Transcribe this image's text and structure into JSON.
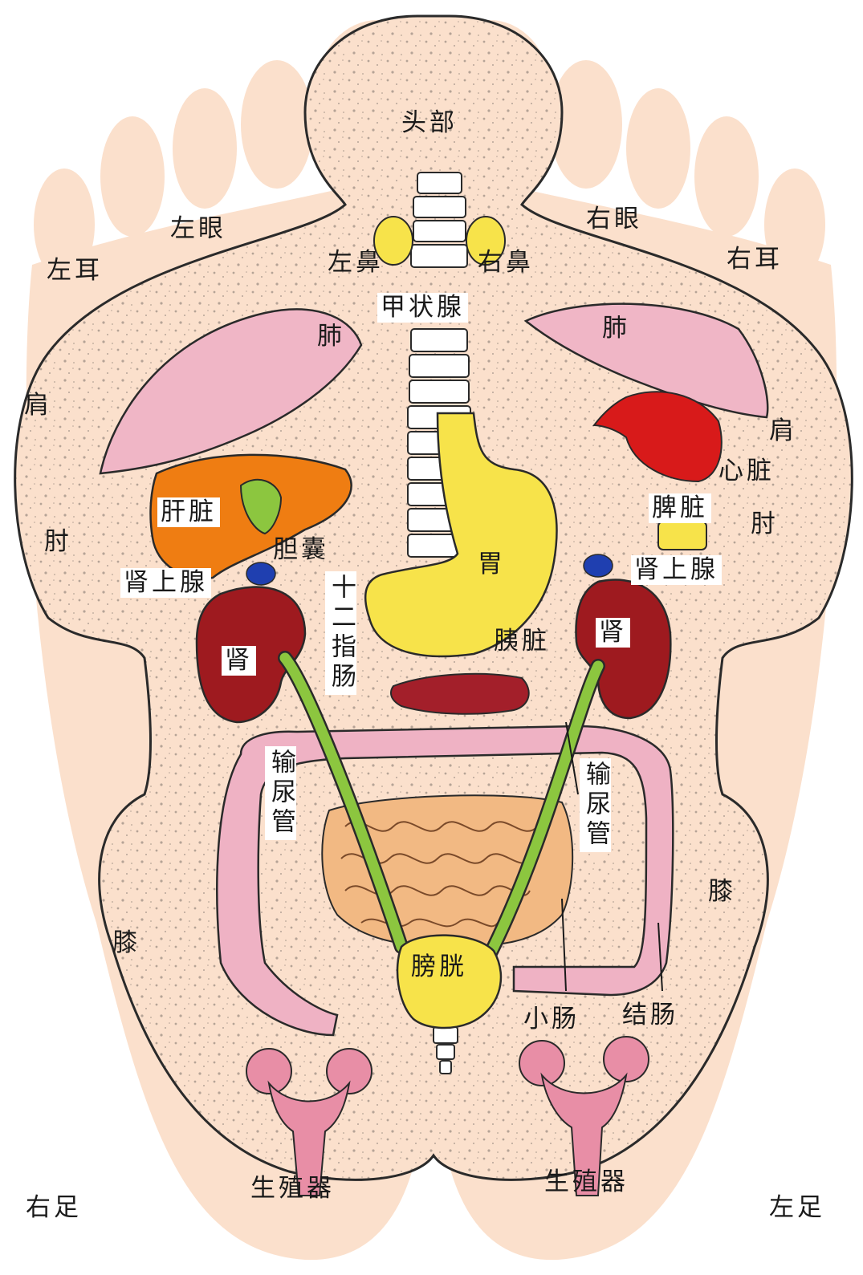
{
  "colors": {
    "skin": "#fbe0cc",
    "outline": "#2a2a2a",
    "lung": "#f0b6c6",
    "liver": "#ef7d12",
    "heart": "#d81a1a",
    "kidney": "#9e1a1f",
    "ureter": "#8cc63f",
    "stomach": "#f7e34a",
    "intestine_small": "#f2b983",
    "colon": "#efb2c4",
    "bladder": "#f7e34a",
    "adrenal_blue": "#1f3fb0",
    "nose_yellow": "#f7e34a",
    "reproductive": "#e88ea6"
  },
  "labels": {
    "head": "头部",
    "left_eye": "左眼",
    "right_eye": "右眼",
    "left_ear": "左耳",
    "right_ear": "右耳",
    "left_nose": "左鼻",
    "right_nose": "右鼻",
    "thyroid": "甲状腺",
    "lung_left": "肺",
    "lung_right": "肺",
    "shoulder_left": "肩",
    "shoulder_right": "肩",
    "heart": "心脏",
    "liver": "肝脏",
    "spleen": "脾脏",
    "elbow_left": "肘",
    "elbow_right": "肘",
    "gallbladder": "胆囊",
    "stomach": "胃",
    "adrenal_left": "肾上腺",
    "adrenal_right": "肾上腺",
    "duodenum": "十二指肠",
    "pancreas": "胰脏",
    "kidney_left": "肾",
    "kidney_right": "肾",
    "ureter_left": "输尿管",
    "ureter_right": "输尿管",
    "knee_left": "膝",
    "knee_right": "膝",
    "bladder": "膀胱",
    "small_intestine": "小肠",
    "colon": "结肠",
    "genital_left": "生殖器",
    "genital_right": "生殖器",
    "right_foot": "右足",
    "left_foot": "左足"
  }
}
